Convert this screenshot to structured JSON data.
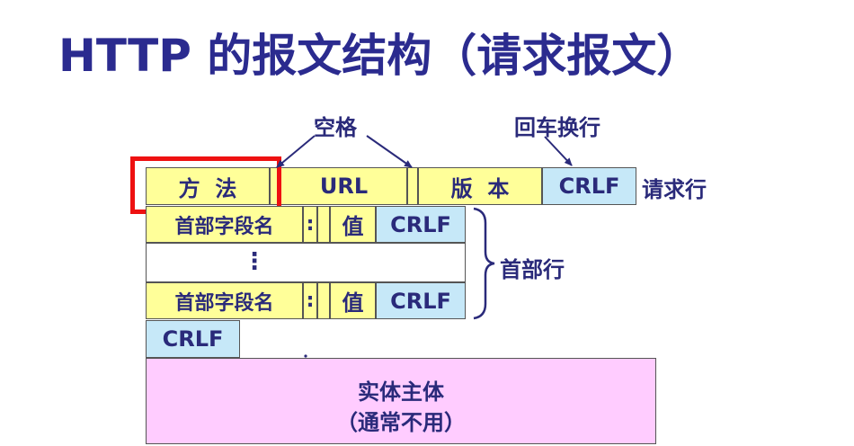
{
  "title": "HTTP 的报文结构（请求报文）",
  "labels": {
    "space": "空格",
    "crlf_annot": "回车换行",
    "request_line": "请求行",
    "header_lines": "首部行"
  },
  "request_line": {
    "method": "方  法",
    "url": "URL",
    "version": "版  本",
    "crlf": "CRLF"
  },
  "header_row_1": {
    "field": "首部字段名",
    "colon": ":",
    "value": "值",
    "crlf": "CRLF"
  },
  "ellipsis": "⋮",
  "header_row_2": {
    "field": "首部字段名",
    "colon": ":",
    "value": "值",
    "crlf": "CRLF"
  },
  "blank_line_crlf": "CRLF",
  "entity": {
    "line1": "实体主体",
    "line2": "（通常不用）"
  },
  "colors": {
    "title": "#2b2b8f",
    "yellow_cell": "#ffff99",
    "blue_cell": "#c6e8f8",
    "entity": "#ffccff",
    "highlight": "#ee1111"
  }
}
